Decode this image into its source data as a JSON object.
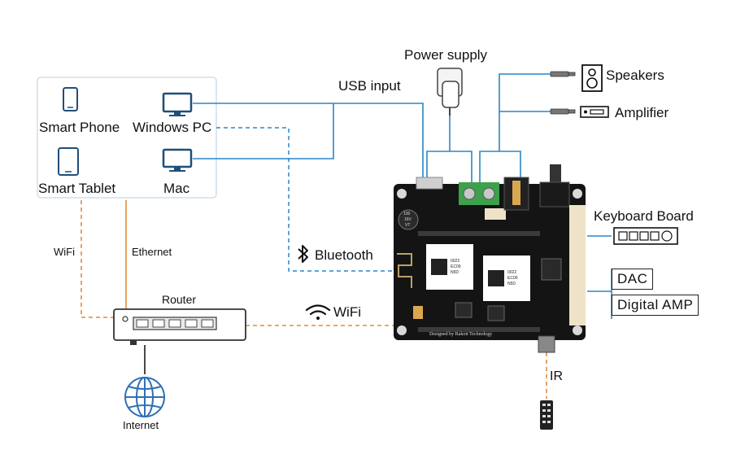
{
  "devices": {
    "smart_phone": "Smart Phone",
    "windows_pc": "Windows PC",
    "smart_tablet": "Smart Tablet",
    "mac": "Mac"
  },
  "connections": {
    "usb_input": "USB input",
    "power_supply": "Power supply",
    "bluetooth": "Bluetooth",
    "wifi_board": "WiFi",
    "wifi_left": "WiFi",
    "ethernet": "Ethernet",
    "ir": "IR"
  },
  "outputs": {
    "speakers": "Speakers",
    "amplifier": "Amplifier",
    "keyboard_board": "Keyboard Board",
    "dac": "DAC",
    "digital_amp": "Digital AMP"
  },
  "network": {
    "router": "Router",
    "internet": "Internet"
  },
  "board": {
    "credit": "Designed by Rakoit Technology",
    "cap_label_1": "100",
    "cap_label_2": "16V",
    "cap_label_3": "VT",
    "module_1_line_1": "0022",
    "module_1_line_2": "EC09",
    "module_1_line_3": "N5D",
    "module_2_line_1": "0022",
    "module_2_line_2": "EC09",
    "module_2_line_3": "N5D"
  },
  "colors": {
    "blue_line": "#2a86c7",
    "orange_line": "#e38a3a",
    "panel_border": "#b7cfe0",
    "icon_blue": "#1f4e79",
    "globe_blue": "#2f6fb8"
  },
  "icons": [
    "phone-icon",
    "monitor-icon",
    "tablet-icon",
    "bluetooth-icon",
    "wifi-icon",
    "globe-icon",
    "router-icon",
    "speaker-icon",
    "amplifier-icon",
    "power-adapter-icon",
    "keyboard-board-icon",
    "ir-remote-icon",
    "audio-jack-icon"
  ]
}
